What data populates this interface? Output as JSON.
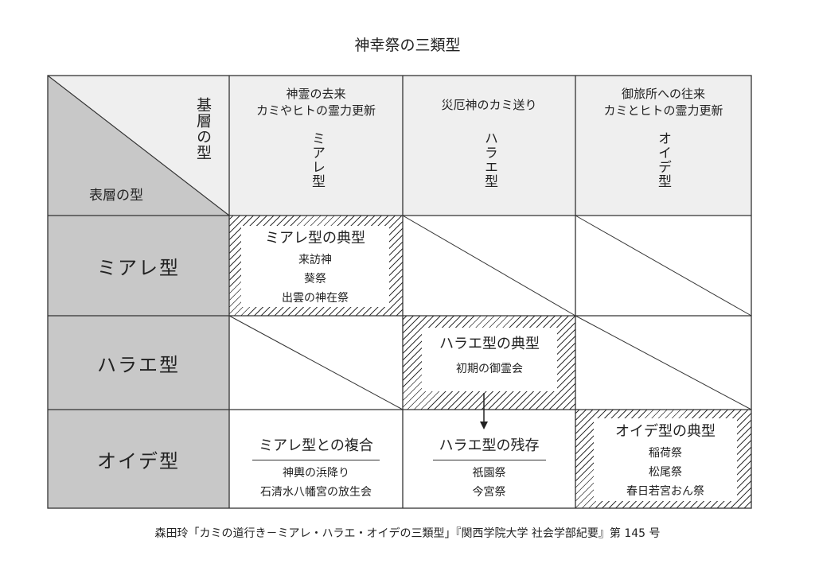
{
  "title": "神幸祭の三類型",
  "corner": {
    "base_label": "基層の型",
    "surface_label": "表層の型"
  },
  "columns": [
    {
      "desc1": "神霊の去来",
      "desc2": "カミやヒトの霊力更新",
      "type": "ミアレ型"
    },
    {
      "desc1": "災厄神のカミ送り",
      "desc2": "",
      "type": "ハラエ型"
    },
    {
      "desc1": "御旅所への往来",
      "desc2": "カミとヒトの霊力更新",
      "type": "オイデ型"
    }
  ],
  "rows": [
    "ミアレ型",
    "ハラエ型",
    "オイデ型"
  ],
  "cells": {
    "miare_typical": {
      "heading": "ミアレ型の典型",
      "items": [
        "来訪神",
        "葵祭",
        "出雲の神在祭"
      ]
    },
    "harae_typical": {
      "heading": "ハラエ型の典型",
      "items": [
        "初期の御霊会"
      ]
    },
    "miare_composite": {
      "heading": "ミアレ型との複合",
      "items": [
        "神輿の浜降り",
        "石清水八幡宮の放生会"
      ]
    },
    "harae_remnant": {
      "heading": "ハラエ型の残存",
      "items": [
        "祇園祭",
        "今宮祭"
      ]
    },
    "oide_typical": {
      "heading": "オイデ型の典型",
      "items": [
        "稲荷祭",
        "松尾祭",
        "春日若宮おん祭"
      ]
    }
  },
  "footer": "森田玲「カミの道行き－ミアレ・ハラエ・オイデの三類型」『関西学院大学 社会学部紀要』第 145 号"
}
